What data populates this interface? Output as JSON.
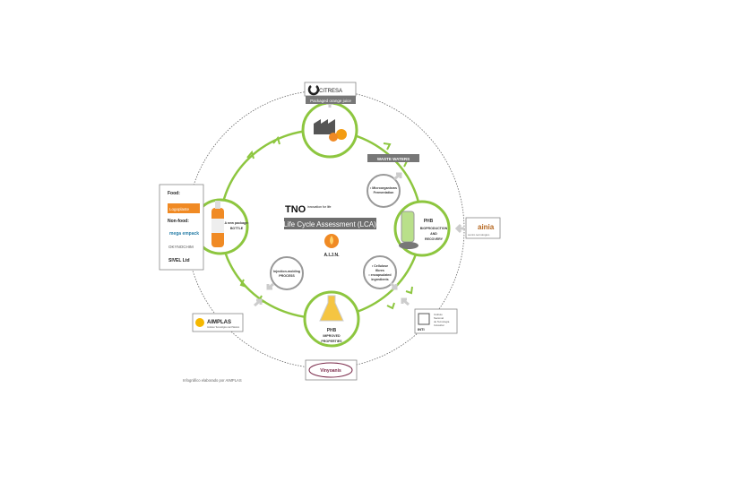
{
  "center": {
    "tno_logo": "TNO",
    "tno_tagline": "innovation for life",
    "lca_label": "Life Cycle Assessment (LCA)",
    "aijn_label": "A.I.J.N."
  },
  "stages": {
    "top": {
      "partner": "CITRESA",
      "label": "Packaged orange juice"
    },
    "waste_label": "WASTE WATERS",
    "micro": [
      "• Microorganisms",
      "Fermentation"
    ],
    "right": [
      "PHB",
      "BIOPRODUCTION",
      "AND",
      "RECOVERY"
    ],
    "cellulose": [
      "• Cellulose",
      "fibres",
      "• encapsulated",
      "ingredients"
    ],
    "bottom": [
      "PHB",
      "IMPROVED",
      "PROPERTIES"
    ],
    "injection": [
      "Injection-molding",
      "PROCESS"
    ],
    "left": [
      "A new package:",
      "BOTTLE"
    ]
  },
  "partners": {
    "food_title": "Food:",
    "food_logo": "Logoplaste",
    "nonfood_title": "Non-food:",
    "nonfood_logos": [
      "mega empack",
      "OKYNOCHIM",
      "SIVEL Ltd"
    ],
    "ainia": "ainia",
    "ainia_sub": "centro tecnológico",
    "aimplas": "AIMPLAS",
    "aimplas_sub": "Instituto Tecnológico del Plástico",
    "inti": "INTI",
    "inti_sub": [
      "Instituto",
      "Nacional",
      "de Tecnología",
      "Industrial"
    ],
    "bottom_logo": "Vinyoanis"
  },
  "footer": "Infográfico elaborado por AIMPLAS",
  "colors": {
    "green": "#8dc63f",
    "gray": "#7a7a7a",
    "orange": "#f08a24"
  }
}
